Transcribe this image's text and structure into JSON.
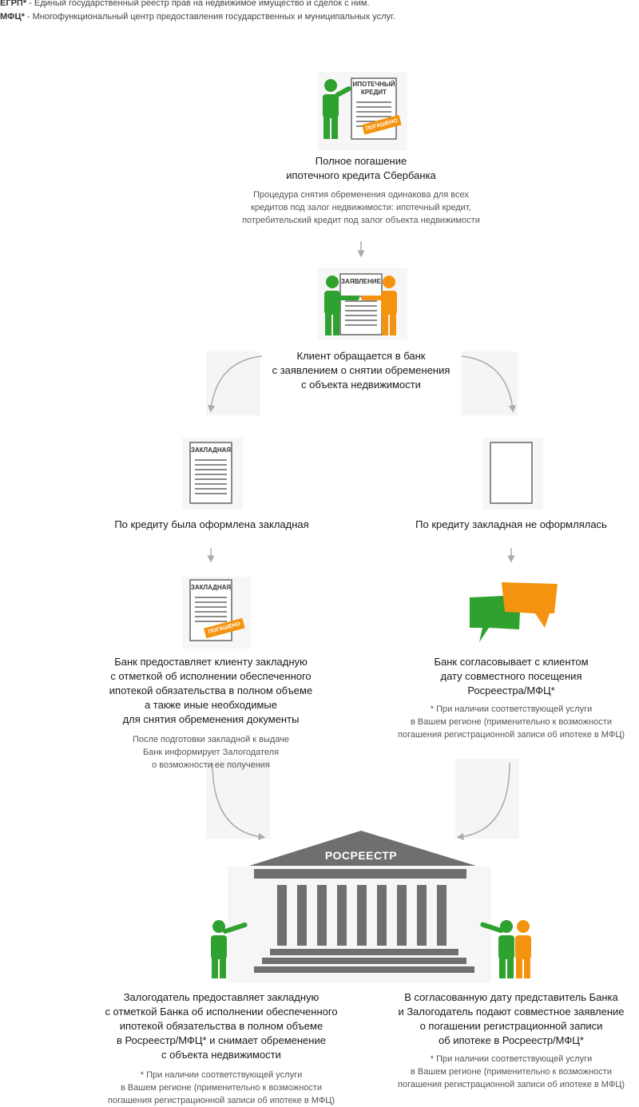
{
  "legend": [
    {
      "abbr": "ЕГРП*",
      "text": " - Единый государственный реестр прав на недвижимое имущество и сделок с ним."
    },
    {
      "abbr": "МФЦ*",
      "text": " - Многофункциональный центр предоставления государственных и муниципальных услуг."
    }
  ],
  "colors": {
    "green": "#2ea12e",
    "orange": "#f4930f",
    "gray": "#777777",
    "arrow": "#aaaaaa",
    "building": "#6f6f6f"
  },
  "steps": {
    "repayment": {
      "doc_label_1": "ИПОТЕЧНЫЙ",
      "doc_label_2": "КРЕДИТ",
      "stamp": "ПОГАШЕНО",
      "title": "Полное погашение\nипотечного кредита Сбербанка",
      "note": "Процедура снятия обременения одинакова для всех\nкредитов под залог недвижимости: ипотечный кредит,\nпотребительский кредит под залог объекта недвижимости"
    },
    "application": {
      "doc_label": "ЗАЯВЛЕНИЕ",
      "title": "Клиент обращается в банк\nс заявлением о снятии обременения\nс объекта недвижимости"
    },
    "left_branch": {
      "doc_label": "ЗАКЛАДНАЯ",
      "title": "По кредиту была оформлена закладная"
    },
    "right_branch": {
      "title": "По кредиту закладная не оформлялась"
    },
    "left_bank": {
      "doc_label": "ЗАКЛАДНАЯ",
      "stamp": "ПОГАШЕНО",
      "title": "Банк предоставляет клиенту закладную\nс отметкой об исполнении обеспеченного\nипотекой обязательства в полном объеме\nа также иные необходимые\nдля снятия обременения документы",
      "note": "После подготовки закладной к выдаче\nБанк информирует Залогодателя\nо возможности ее получения"
    },
    "right_bank": {
      "title": "Банк согласовывает с клиентом\nдату совместного посещения\nРосреестра/МФЦ*",
      "note": "* При наличии соответствующей услуги\nв Вашем регионе (применительно к возможности\nпогашения регистрационной записи об ипотеке в МФЦ)"
    },
    "rosreestr": {
      "label": "РОСРЕЕСТР"
    },
    "left_final": {
      "title": "Залогодатель предоставляет закладную\nс отметкой Банка об исполнении обеспеченного\nипотекой обязательства в полном объеме\nв Росреестр/МФЦ* и снимает обременение\nс объекта недвижимости",
      "note": "* При наличии соответствующей услуги\nв Вашем регионе (применительно к возможности\nпогашения регистрационной записи об ипотеке в МФЦ)"
    },
    "right_final": {
      "title": "В согласованную дату представитель Банка\nи Залогодатель подают совместное заявление\nо погашении регистрационной записи\nоб ипотеке в Росреестр/МФЦ*",
      "note": "* При наличии соответствующей услуги\nв Вашем регионе (применительно к возможности\nпогашения регистрационной записи об ипотеке в МФЦ)"
    }
  }
}
